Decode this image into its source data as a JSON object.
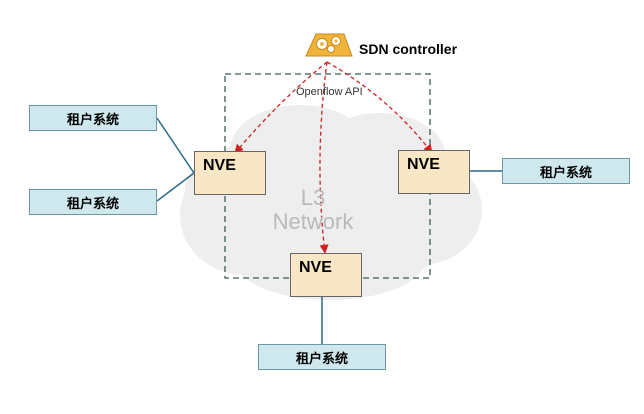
{
  "controller": {
    "label": "SDN controller",
    "icon": "gears-icon",
    "color": "#f0b43a"
  },
  "protocol_label": "Openflow  API",
  "network": {
    "line1": "L3",
    "line2": "Network"
  },
  "nves": [
    {
      "label": "NVE"
    },
    {
      "label": "NVE"
    },
    {
      "label": "NVE"
    }
  ],
  "tenants": [
    {
      "label": "租户系统"
    },
    {
      "label": "租户系统"
    },
    {
      "label": "租户系统"
    },
    {
      "label": "租户系统"
    }
  ],
  "colors": {
    "tenant_fill": "#cfe8ee",
    "nve_fill": "#f9e6c4",
    "arrow": "#cc2222",
    "link": "#2a6a8a",
    "cloud": "#eeeeee"
  }
}
